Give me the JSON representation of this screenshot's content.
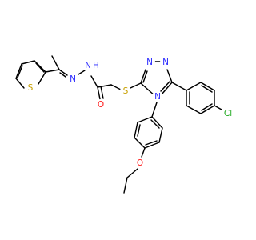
{
  "molecule": {
    "atoms": {
      "N_triazole_top": {
        "label": "N",
        "color": "#2b2bff"
      },
      "N_triazole_right": {
        "label": "N",
        "color": "#2b2bff"
      },
      "N_triazole_bottom": {
        "label": "N",
        "color": "#2b2bff"
      },
      "S_thioether": {
        "label": "S",
        "color": "#c8a000"
      },
      "S_thiophene": {
        "label": "S",
        "color": "#c8a000"
      },
      "O_carbonyl": {
        "label": "O",
        "color": "#ff1a1a"
      },
      "O_ether": {
        "label": "O",
        "color": "#ff1a1a"
      },
      "Cl": {
        "label": "Cl",
        "color": "#22aa22"
      },
      "N_hydrazone": {
        "label": "N",
        "color": "#2b2bff"
      },
      "N_amide": {
        "label": "N",
        "color": "#2b2bff"
      },
      "H_amide": {
        "label": "H",
        "color": "#2b2bff"
      }
    }
  }
}
